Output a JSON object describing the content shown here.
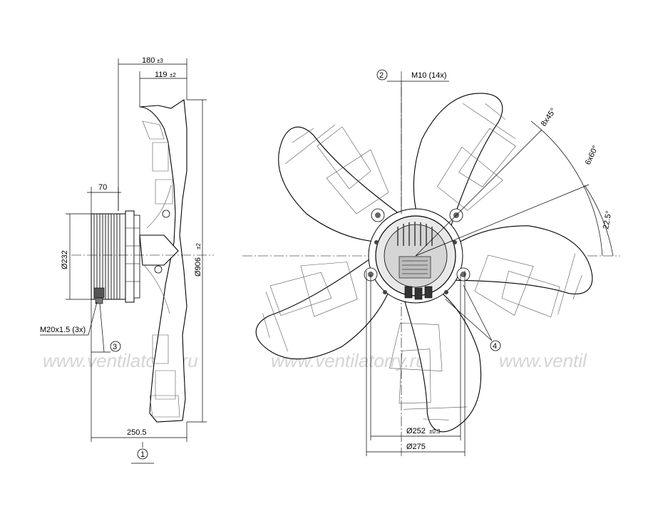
{
  "watermarks": [
    "www.ventilatorry.ru",
    "www.ventilatorry.ru",
    "www.ventil"
  ],
  "side_view": {
    "dim_overall_depth": "180",
    "dim_overall_depth_tol": "±3",
    "dim_blade_depth": "119",
    "dim_blade_depth_tol": "±2",
    "dim_motor_offset": "70",
    "dim_motor_diameter": "Ø232",
    "dim_fan_diameter": "Ø906",
    "dim_fan_diameter_tol": "±2",
    "dim_cable_glands": "M20x1.5 (3x)",
    "dim_total_depth": "250.5",
    "callout_1": "1",
    "callout_3": "3"
  },
  "front_view": {
    "callout_2": "2",
    "thread_label": "M10 (14x)",
    "angle_8x45": "8x45°",
    "angle_6x60": "6x60°",
    "angle_22_5": "22.5°",
    "callout_4": "4",
    "dim_bolt_circle": "Ø252",
    "dim_bolt_circle_tol": "±0.3",
    "dim_flange": "Ø275"
  }
}
